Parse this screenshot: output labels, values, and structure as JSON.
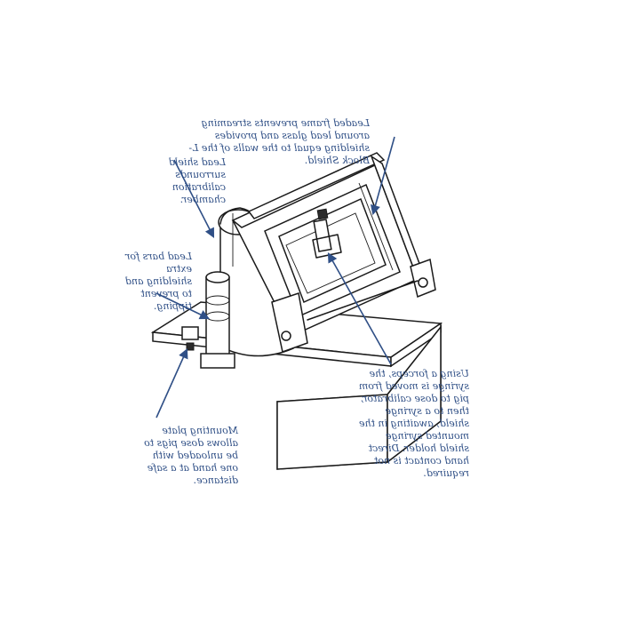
{
  "callouts": {
    "frame_glass": "Leaded frame prevents streaming around lead glass and provides shielding equal to the walls of the L-Block Shield.",
    "lead_shield": "Lead shield surrounds calibration chamber.",
    "lead_bars": "Lead bars for extra shielding and to prevent tipping.",
    "forceps": "Using a forceps, the syringe is moved from pig to dose calibrator, then to a syringe shield, awaiting in the mounted syringe shield holder. Direct hand contact is not required.",
    "mounting_plate": "Mounting plate allows dose pigs to be unloaded with one hand at a safe distance."
  },
  "colors": {
    "annotation": "#2f4f86",
    "line_art": "#1a1a1a"
  }
}
